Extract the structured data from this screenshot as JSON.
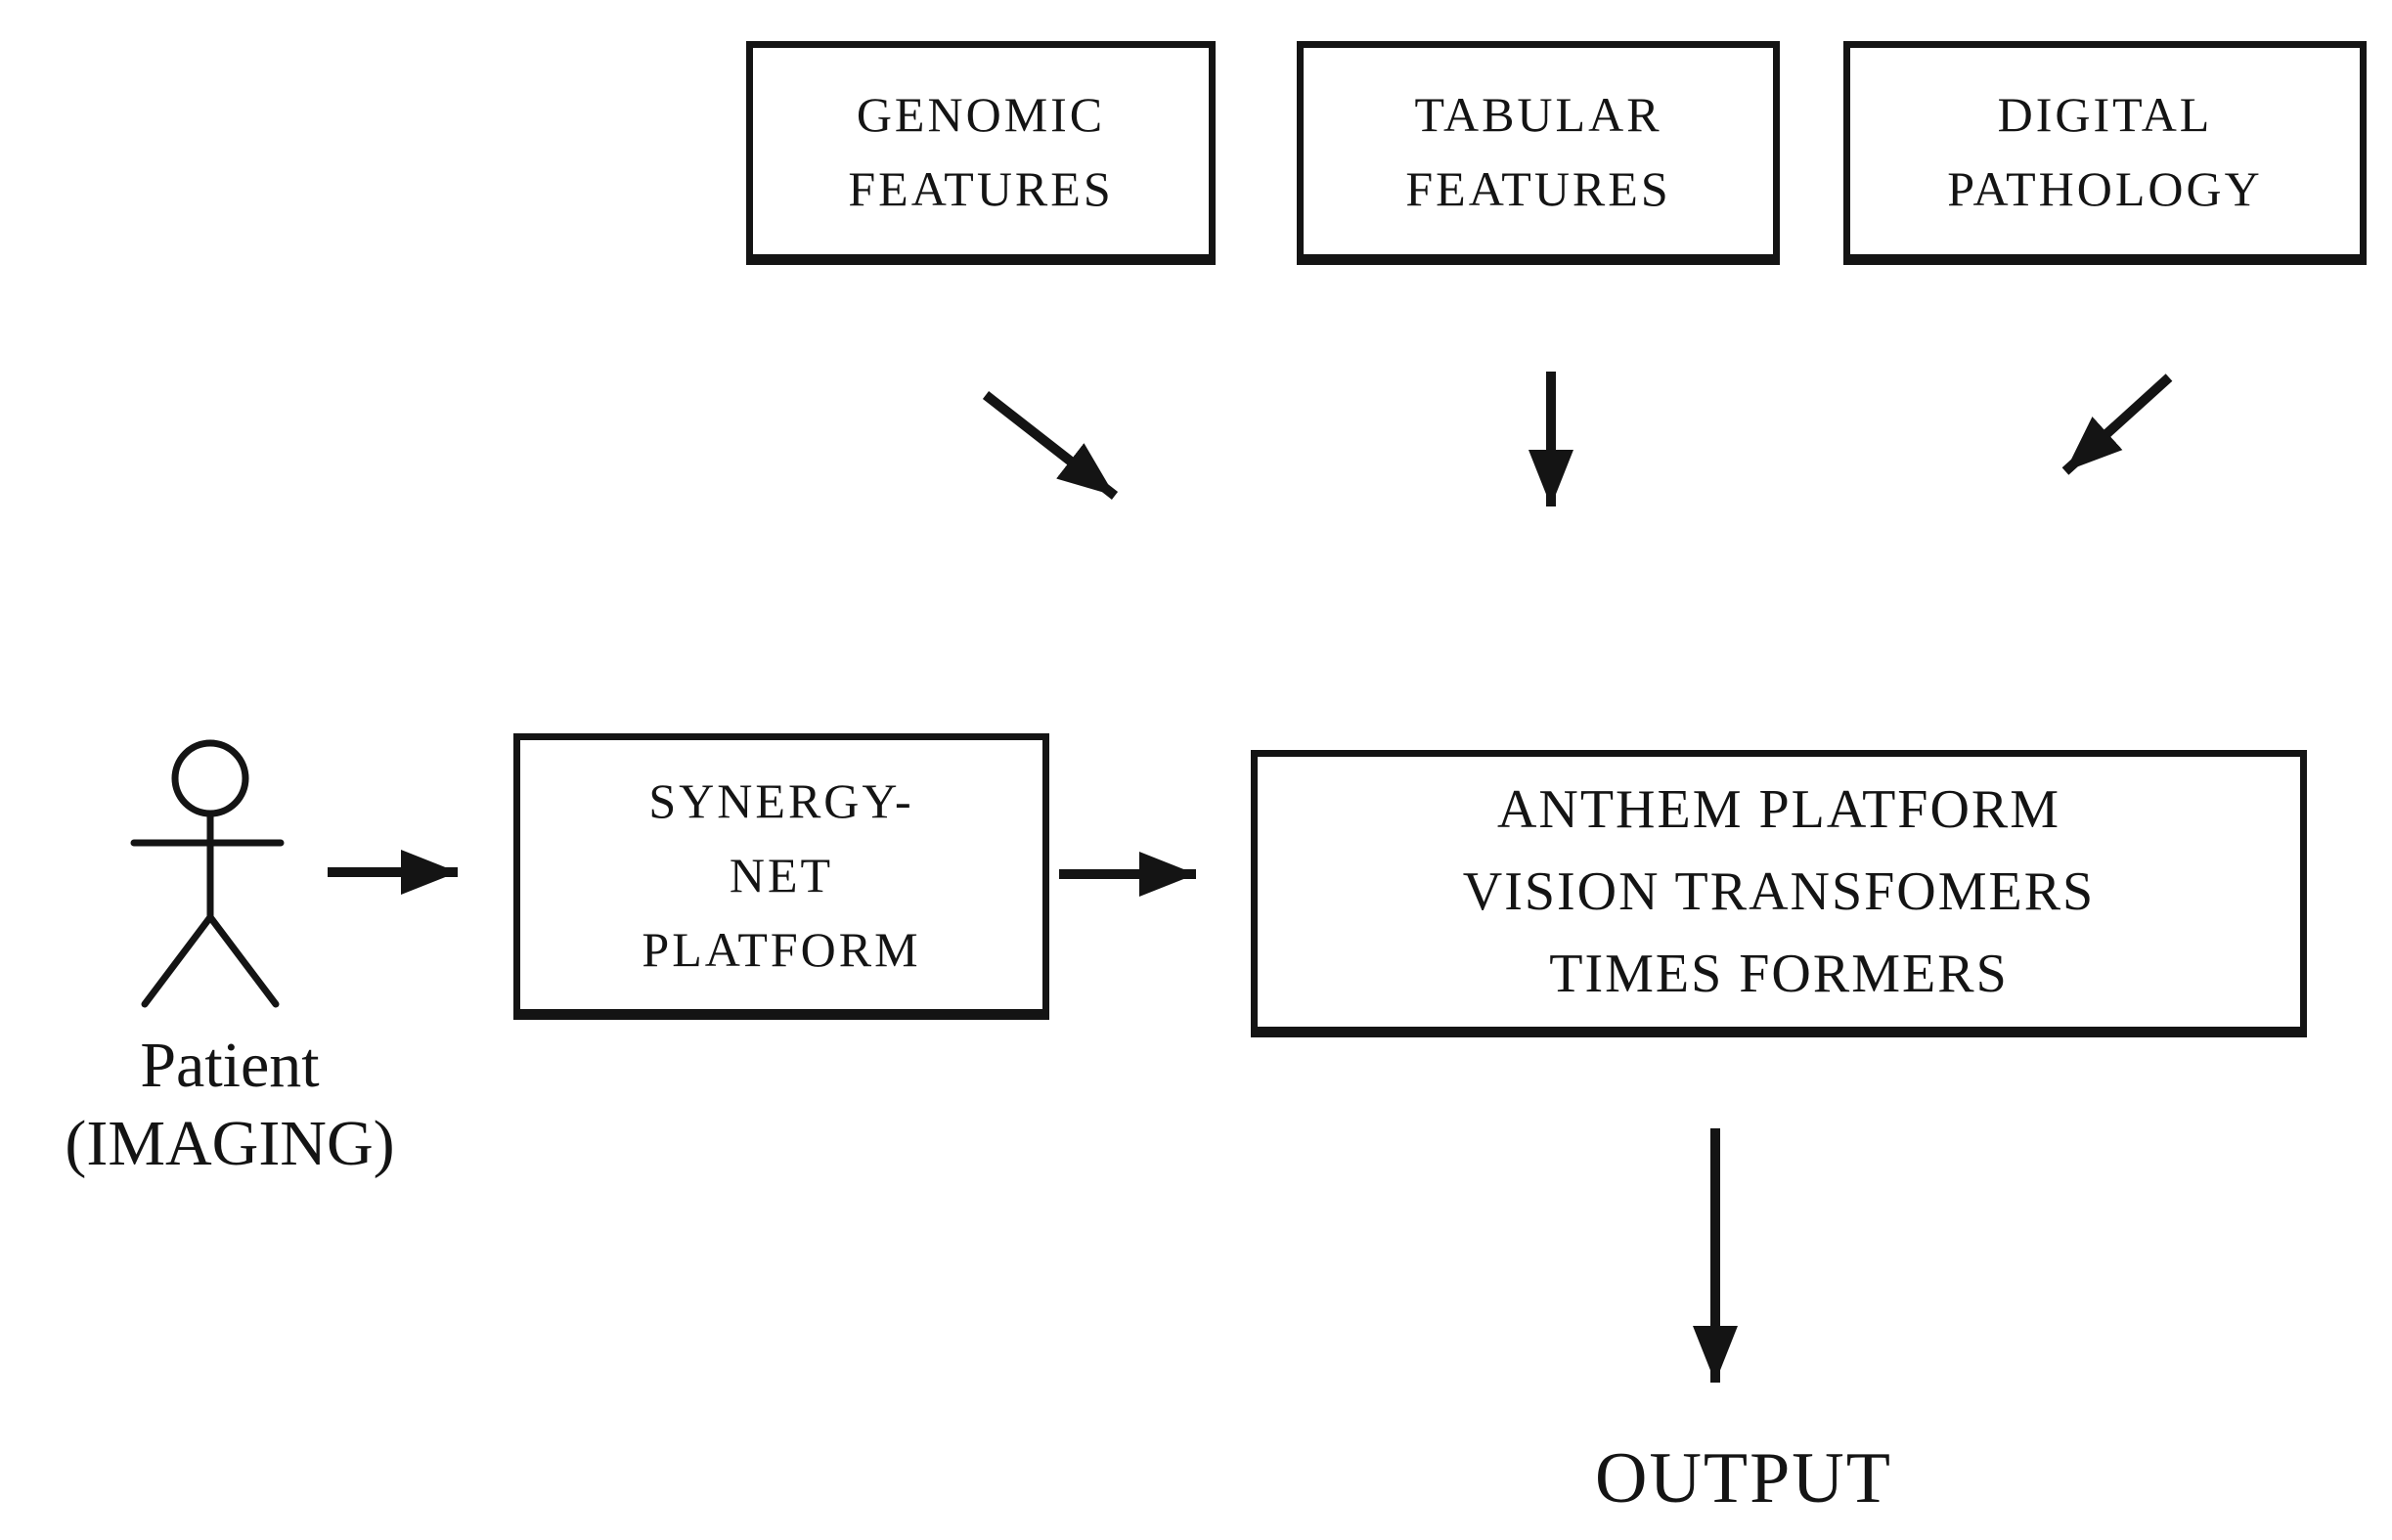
{
  "diagram": {
    "background_color": "#ffffff",
    "ink_color": "#141414",
    "nodes": {
      "genomic": {
        "line1": "GENOMIC",
        "line2": "FEATURES"
      },
      "tabular": {
        "line1": "TABULAR",
        "line2": "FEATURES"
      },
      "pathology": {
        "line1": "DIGITAL",
        "line2": "PATHOLOGY"
      },
      "synergy": {
        "line1": "SYNERGY-",
        "line2": "NET",
        "line3": "PLATFORM"
      },
      "anthem": {
        "line1": "ANTHEM PLATFORM",
        "line2": "VISION TRANSFOMERS",
        "line3": "TIMES FORMERS"
      }
    },
    "actor": {
      "line1": "Patient",
      "line2": "(IMAGING)"
    },
    "output_label": "OUTPUT"
  }
}
